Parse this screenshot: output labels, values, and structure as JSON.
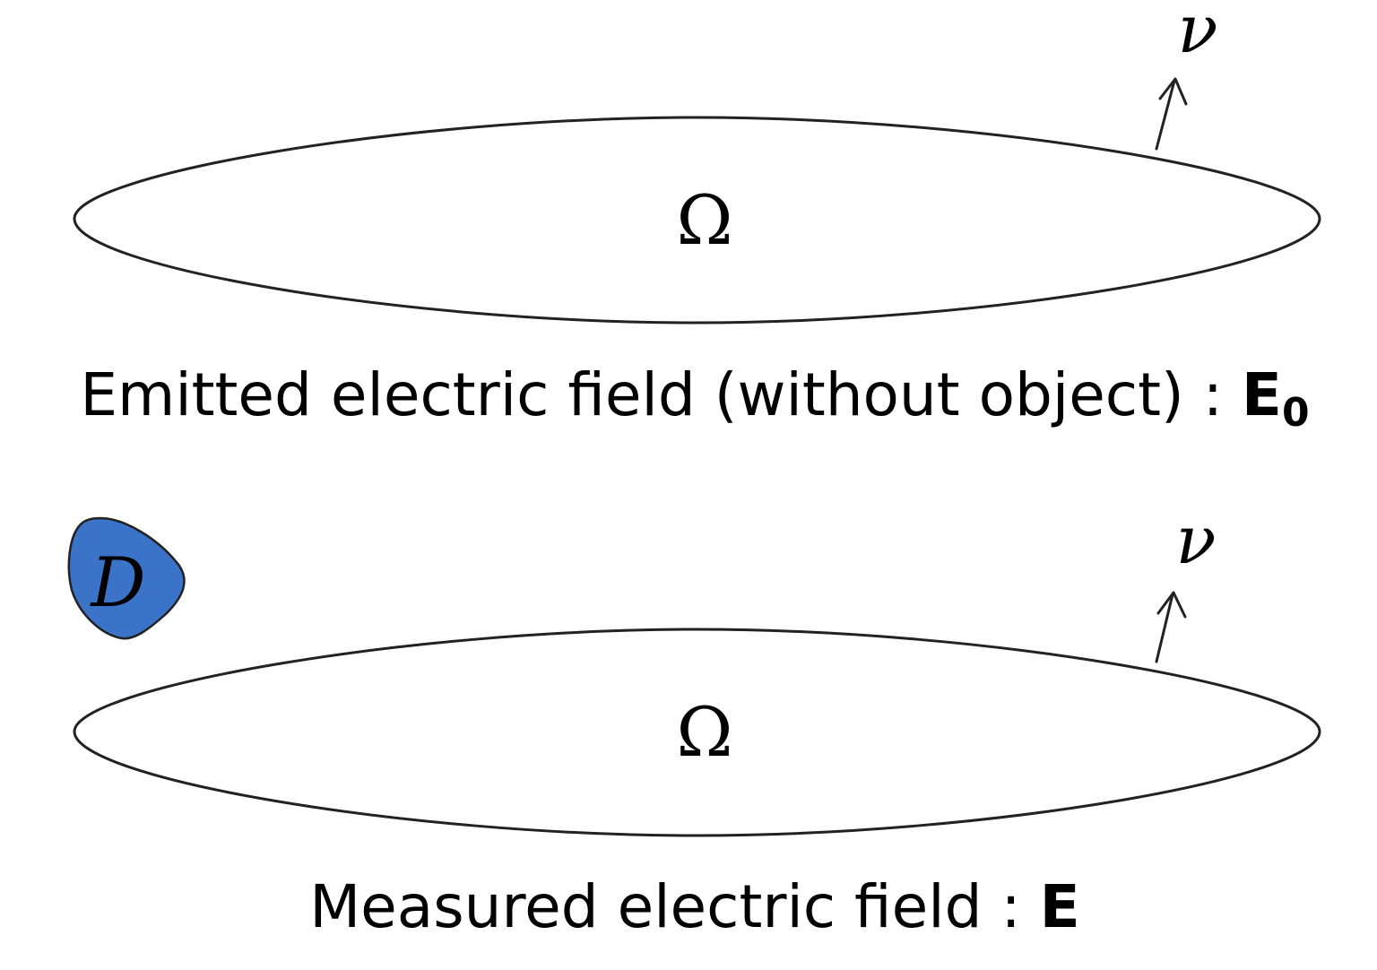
{
  "panels": [
    {
      "domain_label": "Ω",
      "normal_label": "ν",
      "caption_text": "Emitted electric field (without object) : ",
      "caption_symbol": "E",
      "caption_subscript": "0"
    },
    {
      "domain_label": "Ω",
      "normal_label": "ν",
      "object_label": "D",
      "object_color": "#3a73c8",
      "caption_text": "Measured electric field : ",
      "caption_symbol": "E"
    }
  ]
}
